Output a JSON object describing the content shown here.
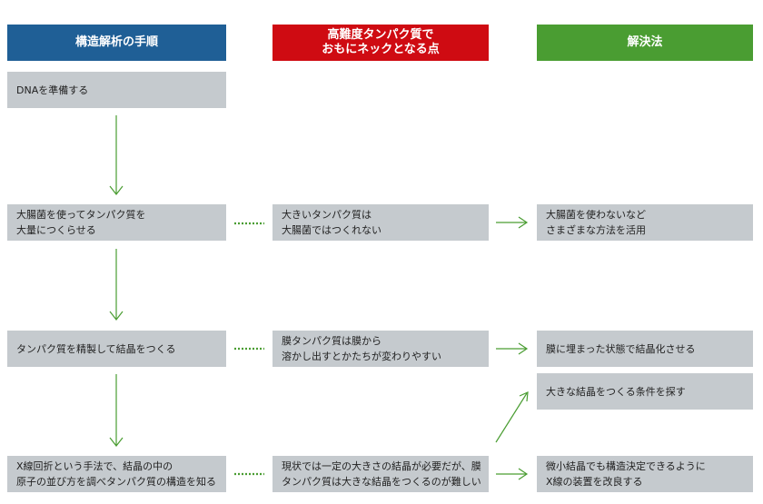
{
  "headers": {
    "steps": "構造解析の手順",
    "difficulty_line1": "高難度タンパク質で",
    "difficulty_line2": "おもにネックとなる点",
    "solution": "解決法"
  },
  "steps": [
    [
      "DNAを準備する"
    ],
    [
      "大腸菌を使ってタンパク質を",
      "大量につくらせる"
    ],
    [
      "タンパク質を精製して結晶をつくる"
    ],
    [
      "X線回折という手法で、結晶の中の",
      "原子の並び方を調べタンパク質の構造を知る"
    ]
  ],
  "bottlenecks": [
    [
      "大きいタンパク質は",
      "大腸菌ではつくれない"
    ],
    [
      "膜タンパク質は膜から",
      "溶かし出すとかたちが変わりやすい"
    ],
    [
      "現状では一定の大きさの結晶が必要だが、膜",
      "タンパク質は大きな結晶をつくるのが難しい"
    ]
  ],
  "solutions": [
    [
      "大腸菌を使わないなど",
      "さまざまな方法を活用"
    ],
    [
      "膜に埋まった状態で結晶化させる"
    ],
    [
      "大きな結晶をつくる条件を探す"
    ],
    [
      "微小結晶でも構造決定できるように",
      "X線の装置を改良する"
    ]
  ],
  "colors": {
    "steps_header": "#1f5f96",
    "bottleneck_header": "#cf0b12",
    "solution_header": "#4a9d32",
    "box": "#c5cace",
    "arrow": "#4a9d32"
  }
}
